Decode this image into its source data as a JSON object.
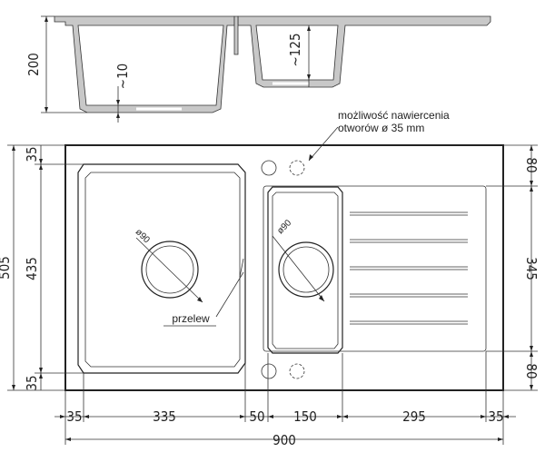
{
  "section_view": {
    "depth_main": "200",
    "wall_main": "~10",
    "depth_small": "~125"
  },
  "top_view": {
    "overall_height": "505",
    "bowl_height": "435",
    "top_margin": "35",
    "bottom_margin": "35",
    "right_top": "80",
    "right_middle": "345",
    "right_bottom": "80",
    "bottom_dims": [
      "35",
      "335",
      "50",
      "150",
      "295",
      "35"
    ],
    "overall_width": "900",
    "drain_large": "ø90",
    "drain_small": "ø90",
    "overflow_label": "przelew",
    "tap_note_line1": "możliwość nawiercenia",
    "tap_note_line2": "otworów ø 35 mm"
  }
}
